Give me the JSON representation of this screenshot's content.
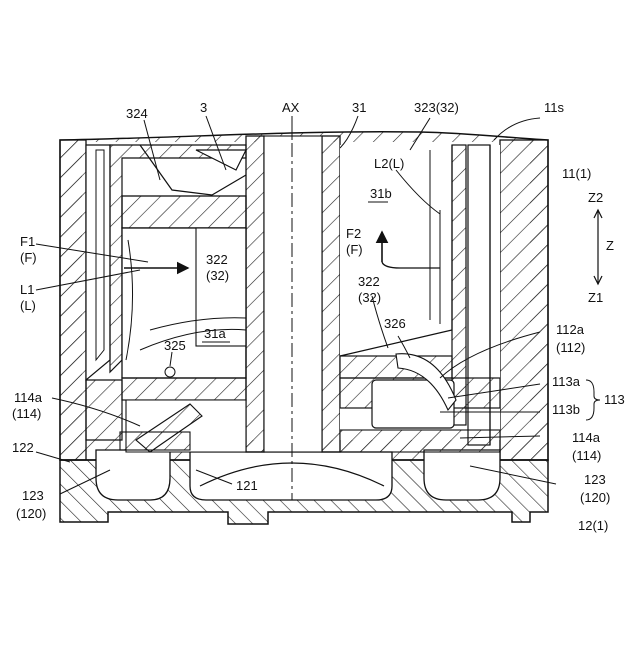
{
  "labels": {
    "l324": "324",
    "l3": "3",
    "lAX": "AX",
    "l31": "31",
    "l323": "323(32)",
    "l11s": "11s",
    "l111": "11(1)",
    "lZ2": "Z2",
    "lZ": "Z",
    "lZ1": "Z1",
    "lL2": "L2(L)",
    "l31b": "31b",
    "lF2": "F2",
    "lF2p": "(F)",
    "lF1": "F1",
    "lF1p": "(F)",
    "lL1": "L1",
    "lL1p": "(L)",
    "l322a": "322",
    "l322ap": "(32)",
    "l31a": "31a",
    "l322b": "322",
    "l322bp": "(32)",
    "l326": "326",
    "l325": "325",
    "l112a": "112a",
    "l112ap": "(112)",
    "l113a": "113a",
    "l113": "113",
    "l113b": "113b",
    "l114aL": "114a",
    "l114aLp": "(114)",
    "l114aR": "114a",
    "l114aRp": "(114)",
    "l122": "122",
    "l121": "121",
    "l123L": "123",
    "l123Lp": "(120)",
    "l123R": "123",
    "l123Rp": "(120)",
    "l121b": "12(1)"
  }
}
